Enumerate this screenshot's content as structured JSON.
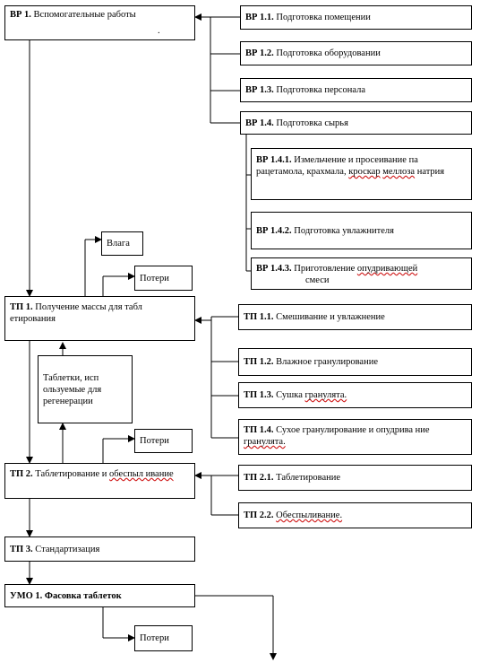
{
  "nodes": {
    "vr1": {
      "code": "ВР 1.",
      "text": "Вспомогательные работы",
      "mark": "."
    },
    "vr11": {
      "code": "ВР 1.1.",
      "text": "Подготовка помещении"
    },
    "vr12": {
      "code": "ВР 1.2.",
      "text": "Подготовка оборудовании"
    },
    "vr13": {
      "code": "ВР 1.3.",
      "text": "Подготовка персонала"
    },
    "vr14": {
      "code": "ВР 1.4.",
      "text": "Подготовка сырья"
    },
    "vr141": {
      "code": "ВР 1.4.1.",
      "text": "Измельчение и просеивание па рацетамола, крахмала,",
      "text_sq1": "кроскар",
      "text_mid": "",
      "text_sq2": "меллоза",
      "text_end": "натрия"
    },
    "vr142": {
      "code": "ВР 1.4.2.",
      "text": "Подготовка увлажнителя"
    },
    "vr143": {
      "code": "ВР 1.4.3.",
      "text": "Приготовление",
      "text_sq": "опудривающей",
      "text_end": "смеси"
    },
    "tp1": {
      "code": "ТП 1.",
      "text": "Получение массы для табл етирования"
    },
    "vlaga": {
      "text": "Влага"
    },
    "loss1": {
      "text": "Потери"
    },
    "regen": {
      "text": "Таблетки, исп ользуемые для регенерации"
    },
    "tp11": {
      "code": "ТП 1.1.",
      "text": "Смешивание и увлажнение"
    },
    "tp12": {
      "code": "ТП 1.2.",
      "text": "Влажное гранулирование"
    },
    "tp13": {
      "code": "ТП 1.3.",
      "text": "Сушка",
      "text_sq": "гранулята."
    },
    "tp14": {
      "code": "ТП 1.4.",
      "text": "Сухое гранулирование и опудрива ние",
      "text_sq": "гранулята."
    },
    "loss2": {
      "text": "Потери"
    },
    "tp2": {
      "code": "ТП 2.",
      "text": "Таблетирование и",
      "text_sq": "обеспыл ивание"
    },
    "tp21": {
      "code": "ТП 2.1.",
      "text": "Таблетирование"
    },
    "tp22": {
      "code": "ТП 2.2.",
      "text_sq": "Обеспыливание."
    },
    "tp3": {
      "code": "ТП 3.",
      "text": "Стандартизация"
    },
    "umo1": {
      "code": "УМО 1.",
      "text": "Фасовка таблеток"
    },
    "loss3": {
      "text": "Потери"
    }
  },
  "colors": {
    "line": "#000000",
    "squiggle": "#d01818"
  }
}
